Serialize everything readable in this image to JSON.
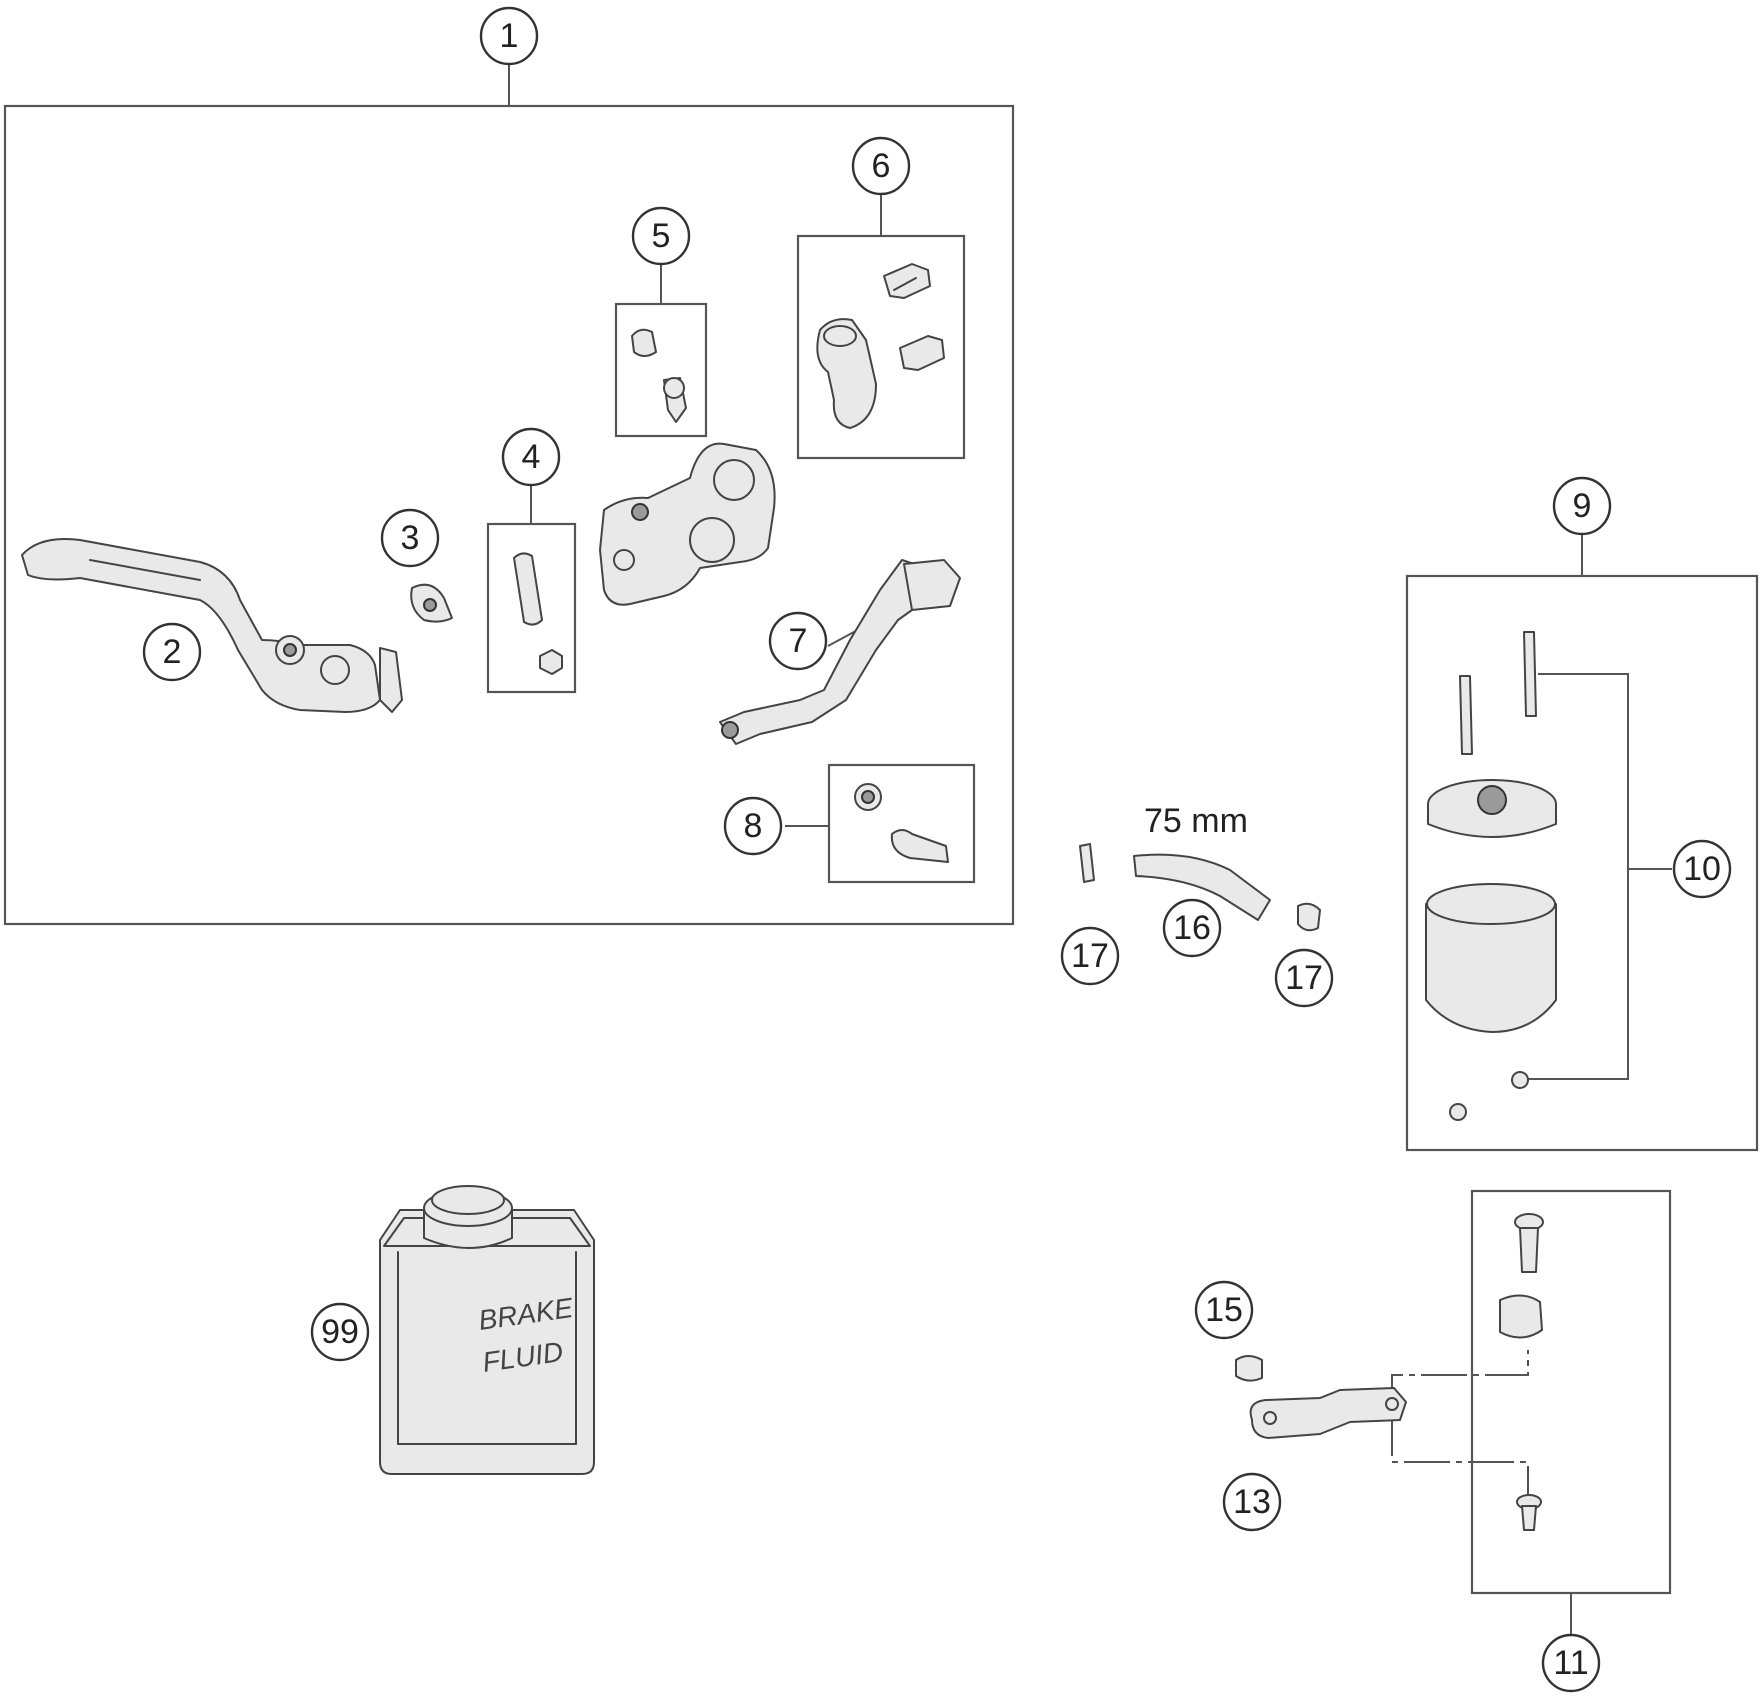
{
  "diagram": {
    "callouts": [
      {
        "id": "c1",
        "label": "1"
      },
      {
        "id": "c2",
        "label": "2"
      },
      {
        "id": "c3",
        "label": "3"
      },
      {
        "id": "c4",
        "label": "4"
      },
      {
        "id": "c5",
        "label": "5"
      },
      {
        "id": "c6",
        "label": "6"
      },
      {
        "id": "c7",
        "label": "7"
      },
      {
        "id": "c8",
        "label": "8"
      },
      {
        "id": "c9",
        "label": "9"
      },
      {
        "id": "c10",
        "label": "10"
      },
      {
        "id": "c11",
        "label": "11"
      },
      {
        "id": "c13",
        "label": "13"
      },
      {
        "id": "c15",
        "label": "15"
      },
      {
        "id": "c16",
        "label": "16"
      },
      {
        "id": "c17a",
        "label": "17"
      },
      {
        "id": "c17b",
        "label": "17"
      },
      {
        "id": "c99",
        "label": "99"
      }
    ],
    "hose_length": "75 mm",
    "bottle_label_line1": "BRAKE",
    "bottle_label_line2": "FLUID"
  }
}
